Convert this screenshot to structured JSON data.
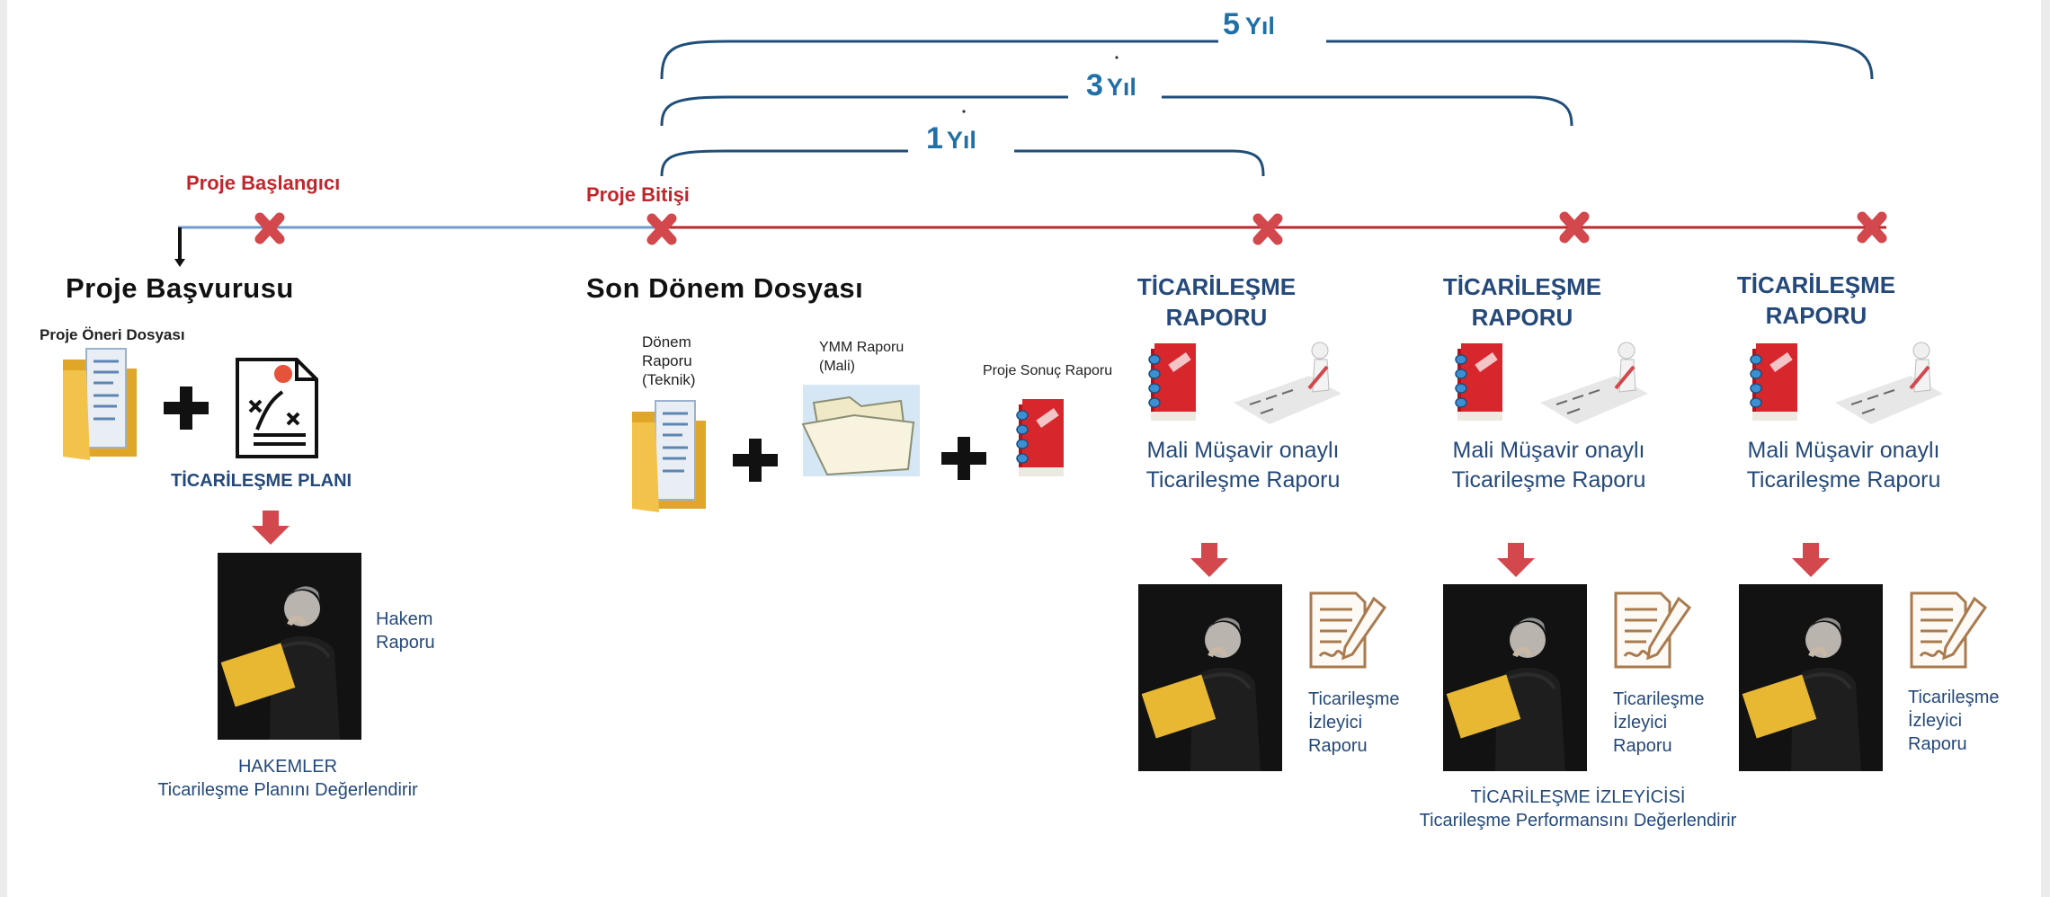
{
  "durations": {
    "five_years": {
      "number": "5",
      "unit": "Yıl"
    },
    "three_years": {
      "number": "3",
      "unit": "Yıl"
    },
    "one_year": {
      "number": "1",
      "unit": "Yıl"
    }
  },
  "milestones": {
    "start": "Proje Başlangıcı",
    "end": "Proje Bitişi"
  },
  "application": {
    "title": "Proje Başvurusu",
    "proposal_file": "Proje Öneri Dosyası",
    "plan_label": "TİCARİLEŞME PLANI",
    "referee_report_line1": "Hakem",
    "referee_report_line2": "Raporu",
    "referees_caption_line1": "HAKEMLER",
    "referees_caption_line2": "Ticarileşme Planını Değerlendirir"
  },
  "final_period": {
    "title": "Son Dönem Dosyası",
    "period_report_line1": "Dönem",
    "period_report_line2": "Raporu",
    "period_report_line3": "(Teknik)",
    "ymm_report_line1": "YMM Raporu",
    "ymm_report_line2": "(Mali)",
    "result_report": "Proje Sonuç Raporu"
  },
  "commercialization": {
    "report_head_line1": "TİCARİLEŞME",
    "report_head_line2": "RAPORU",
    "approved_line1": "Mali Müşavir onaylı",
    "approved_line2": "Ticarileşme Raporu",
    "monitor_report_line1": "Ticarileşme",
    "monitor_report_line2": "İzleyici",
    "monitor_report_line3": "Raporu",
    "monitor_caption_line1": "TİCARİLEŞME İZLEYİCİSİ",
    "monitor_caption_line2": "Ticarileşme Performansını Değerlendirir"
  },
  "icons": [
    "folder-icon",
    "plus-icon",
    "strategy-plan-icon",
    "down-arrow-icon",
    "report-book-icon",
    "signing-figure-icon",
    "document-pen-icon",
    "open-folder-icon",
    "milestone-x-icon"
  ],
  "colors": {
    "bracket_blue": "#1f4e7a",
    "label_blue": "#1f6fa8",
    "pre_timeline_blue": "#6f9bd0",
    "post_timeline_red": "#c0272d",
    "milestone_red": "#d2484d"
  }
}
